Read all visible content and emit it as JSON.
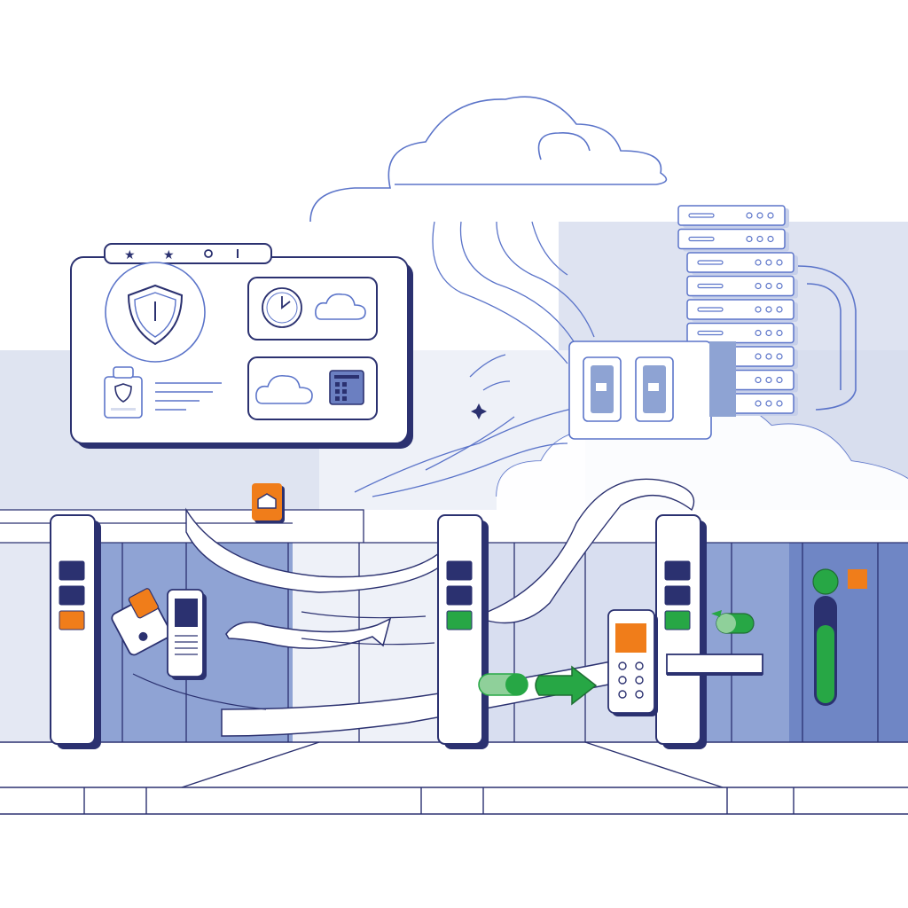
{
  "colors": {
    "navy": "#2b3170",
    "line_blue": "#5b74c9",
    "light_blue": "#d6dcee",
    "mid_blue": "#7d93c9",
    "panel_gray": "#eef1f8",
    "orange": "#f07d1a",
    "green": "#27a745",
    "light_green": "#8fd09a",
    "white": "#ffffff"
  },
  "scene": {
    "dashboard": {
      "toolbar_icons": [
        "star-icon",
        "star-icon",
        "circle-icon",
        "bar-icon"
      ],
      "widgets": [
        "shield-icon",
        "clock-icon",
        "cloud-icon",
        "id-badge-icon",
        "cloud-icon",
        "keypad-icon"
      ]
    },
    "server_rack": {
      "units": 9
    },
    "turnstiles": [
      {
        "indicators": [
          "navy",
          "navy",
          "orange"
        ]
      },
      {
        "indicators": [
          "navy",
          "navy",
          "green"
        ]
      },
      {
        "indicators": [
          "navy",
          "navy",
          "green"
        ]
      }
    ],
    "devices": [
      "access-card-icon",
      "mobile-phone-icon",
      "keypad-phone-icon",
      "orange-shield-tag-icon",
      "status-light-icon"
    ]
  }
}
